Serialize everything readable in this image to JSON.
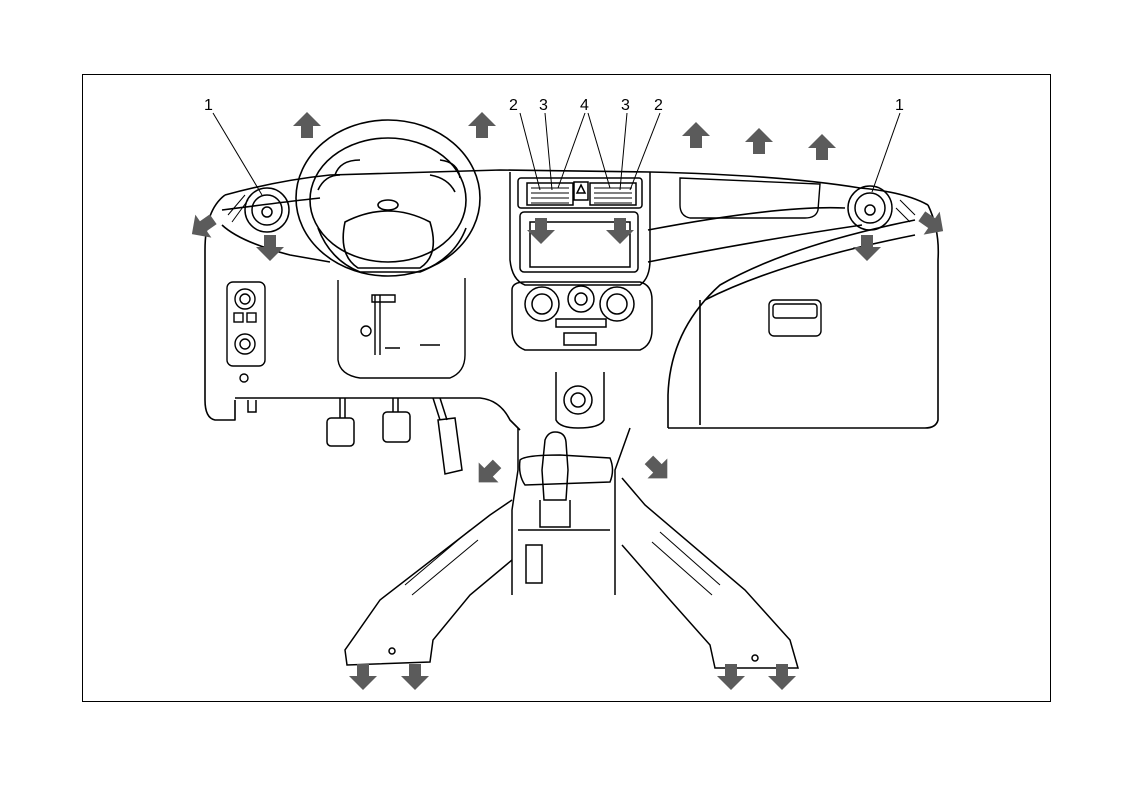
{
  "callouts": {
    "c1_left": "1",
    "c2_left": "2",
    "c3_left": "3",
    "c4": "4",
    "c3_right": "3",
    "c2_right": "2",
    "c1_right": "1"
  },
  "colors": {
    "arrow": "#5b5b5b",
    "line": "#000000",
    "background": "#ffffff"
  }
}
